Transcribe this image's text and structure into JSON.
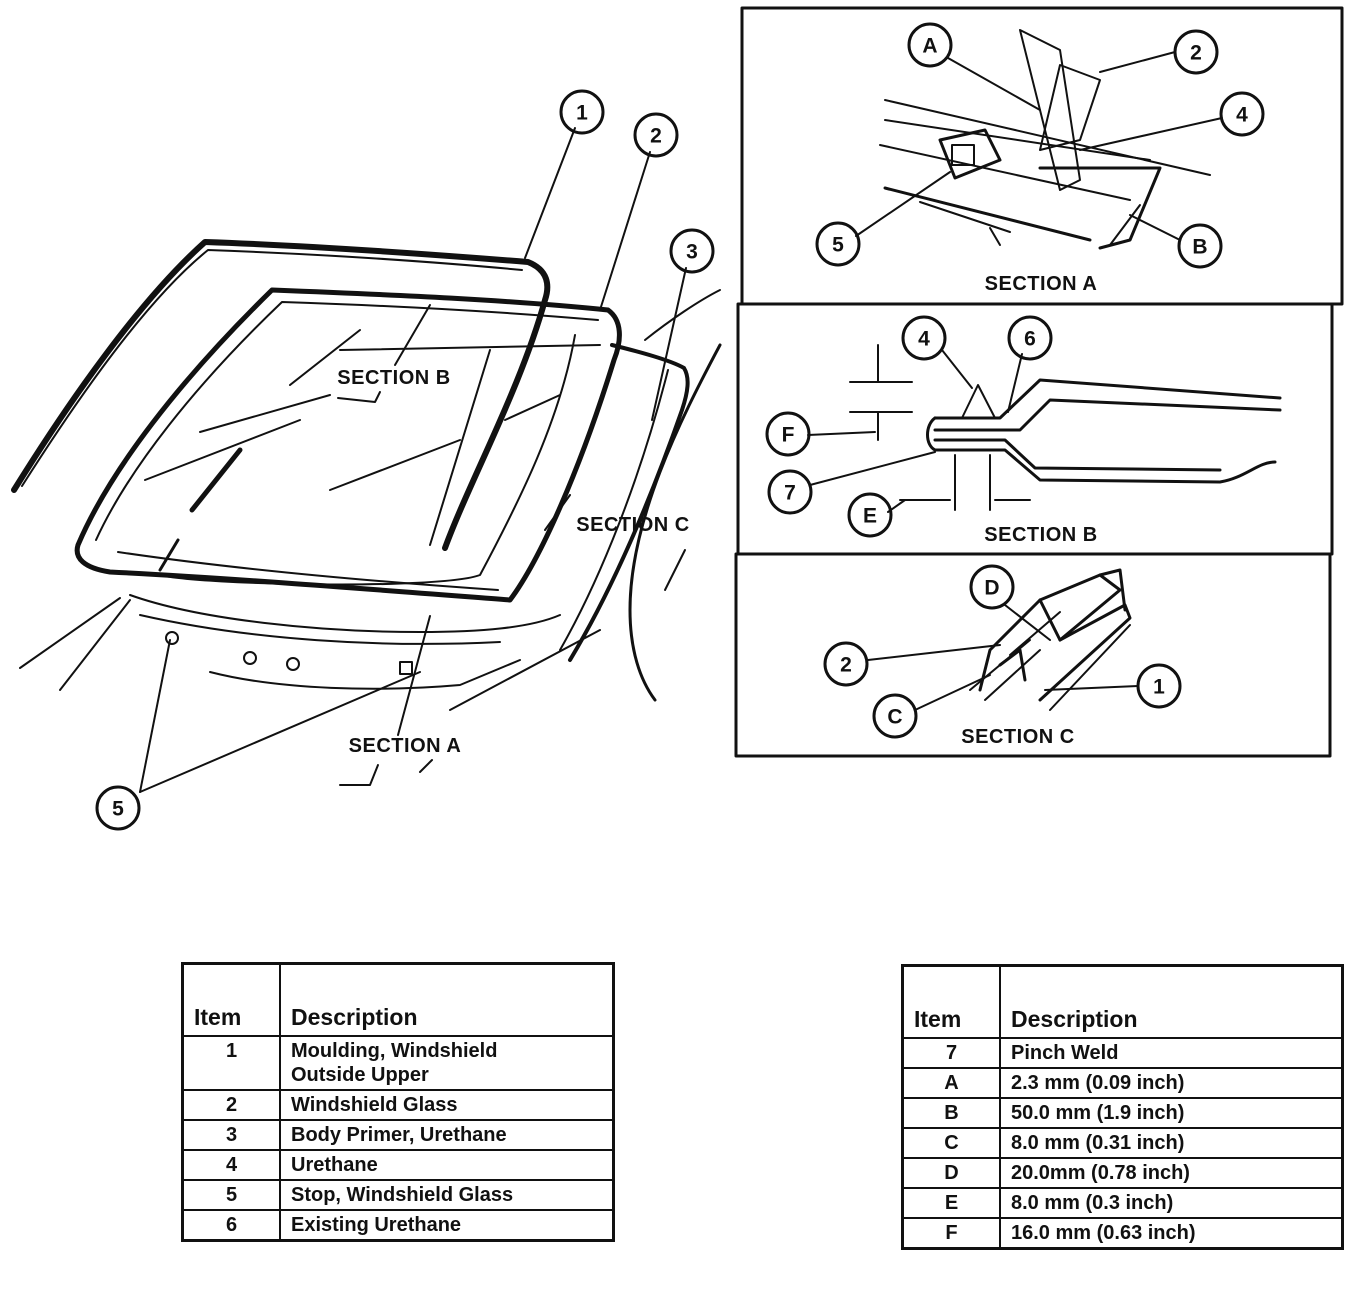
{
  "main_view": {
    "section_a_label": "SECTION A",
    "section_b_label": "SECTION B",
    "section_c_label": "SECTION C",
    "callouts": {
      "c1": "1",
      "c2": "2",
      "c3": "3",
      "c5": "5"
    }
  },
  "panel_a": {
    "title": "SECTION A",
    "callouts": {
      "a": "A",
      "c2": "2",
      "c4": "4",
      "c5": "5",
      "b": "B"
    }
  },
  "panel_b": {
    "title": "SECTION B",
    "callouts": {
      "c4": "4",
      "c6": "6",
      "f": "F",
      "c7": "7",
      "e": "E"
    }
  },
  "panel_c": {
    "title": "SECTION C",
    "callouts": {
      "d": "D",
      "c2": "2",
      "c1": "1",
      "c": "C"
    }
  },
  "legend_left": {
    "headers": {
      "item": "Item",
      "description": "Description"
    },
    "rows": [
      {
        "item": "1",
        "desc1": "Moulding, Windshield",
        "desc2": "Outside Upper"
      },
      {
        "item": "2",
        "desc1": "Windshield Glass"
      },
      {
        "item": "3",
        "desc1": "Body Primer, Urethane"
      },
      {
        "item": "4",
        "desc1": "Urethane"
      },
      {
        "item": "5",
        "desc1": "Stop, Windshield Glass"
      },
      {
        "item": "6",
        "desc1": "Existing Urethane"
      }
    ]
  },
  "legend_right": {
    "headers": {
      "item": "Item",
      "description": "Description"
    },
    "rows": [
      {
        "item": "7",
        "desc1": "Pinch Weld"
      },
      {
        "item": "A",
        "desc1": "2.3 mm (0.09 inch)"
      },
      {
        "item": "B",
        "desc1": "50.0 mm (1.9 inch)"
      },
      {
        "item": "C",
        "desc1": "8.0 mm (0.31 inch)"
      },
      {
        "item": "D",
        "desc1": "20.0mm (0.78 inch)"
      },
      {
        "item": "E",
        "desc1": "8.0 mm (0.3 inch)"
      },
      {
        "item": "F",
        "desc1": "16.0 mm (0.63 inch)"
      }
    ]
  }
}
